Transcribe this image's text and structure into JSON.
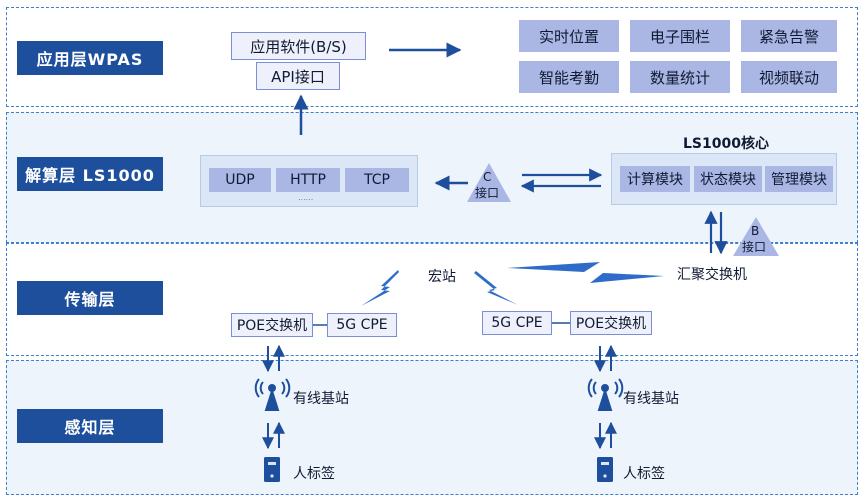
{
  "layers": {
    "application": "应用层WPAS",
    "computation": "解算层 LS1000",
    "transmission": "传输层",
    "perception": "感知层"
  },
  "application": {
    "software": "应用软件(B/S)",
    "api": "API接口",
    "features": [
      "实时位置",
      "电子围栏",
      "紧急告警",
      "智能考勤",
      "数量统计",
      "视频联动"
    ]
  },
  "computation": {
    "protocols": [
      "UDP",
      "HTTP",
      "TCP"
    ],
    "more": "......",
    "interface_c_letter": "C",
    "interface_c_label": "接口",
    "core_title": "LS1000核心",
    "modules": [
      "计算模块",
      "状态模块",
      "管理模块"
    ],
    "interface_b_letter": "B",
    "interface_b_label": "接口"
  },
  "transmission": {
    "macro_station": "宏站",
    "aggregation_switch": "汇聚交换机",
    "poe_left": "POE交换机",
    "cpe_left": "5G CPE",
    "cpe_right": "5G CPE",
    "poe_right": "POE交换机"
  },
  "perception": {
    "base_station_left": "有线基站",
    "tag_left": "人标签",
    "base_station_right": "有线基站",
    "tag_right": "人标签"
  },
  "colors": {
    "label_bg": "#1e4f9c",
    "box_fill": "#aab6e4",
    "panel_fill": "#dbe7f7",
    "arrow": "#1e4f9c",
    "dashed_border": "#3f7fd0"
  }
}
